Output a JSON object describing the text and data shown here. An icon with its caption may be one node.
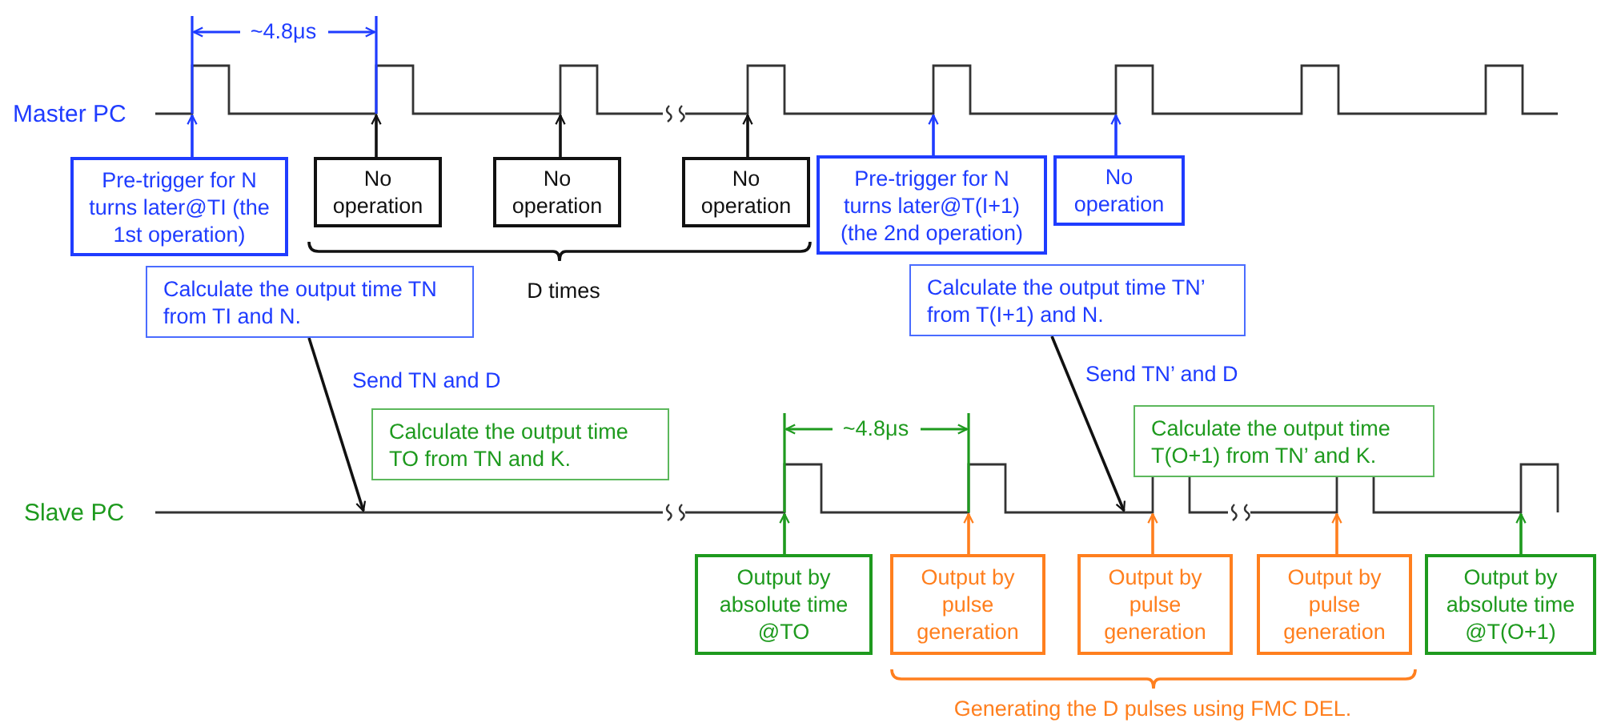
{
  "diagram": {
    "nodes": [
      {
        "text": [
          "Pre-trigger for N turns later@TI (the 1st operation)"
        ]
      },
      {
        "text": [
          "No operation"
        ]
      },
      {
        "text": [
          "No operation"
        ]
      },
      {
        "text": [
          "No operation"
        ]
      },
      {
        "text": [
          "Pre-trigger for N turns later@T(I+1) (the 2nd operation)"
        ]
      },
      {
        "text": [
          "No operation"
        ]
      },
      {
        "text": [
          "Calculate the output time TN from TI and N."
        ]
      },
      {
        "text": [
          "Calculate the output time TN’ from T(I+1) and N."
        ]
      },
      {
        "text": [
          "Calculate the output time TO from TN and K."
        ]
      },
      {
        "text": [
          "Calculate the output time T(O+1) from TN’ and K."
        ]
      },
      {
        "text": [
          "Output by absolute time @TO"
        ]
      },
      {
        "text": [
          "Output by pulse generation"
        ]
      },
      {
        "text": [
          "Output by pulse generation"
        ]
      },
      {
        "text": [
          "Output by pulse generation"
        ]
      },
      {
        "text": [
          "Output by absolute time @T(O+1)"
        ]
      },
      {
        "text": [],
        "shape": "waveform"
      },
      {
        "text": [],
        "shape": "waveform"
      }
    ],
    "edges": [
      {
        "from": 0,
        "to": 15,
        "arrow": "to",
        "color": "#1f3cff"
      },
      {
        "from": 1,
        "to": 15,
        "arrow": "to"
      },
      {
        "from": 2,
        "to": 15,
        "arrow": "to"
      },
      {
        "from": 3,
        "to": 15,
        "arrow": "to"
      },
      {
        "from": 4,
        "to": 15,
        "arrow": "to",
        "color": "#1f3cff"
      },
      {
        "from": 5,
        "to": 15,
        "arrow": "to",
        "color": "#1f3cff"
      },
      {
        "from": 6,
        "to": 16,
        "arrow": "to",
        "label": "Send TN and D"
      },
      {
        "from": 7,
        "to": 16,
        "arrow": "to",
        "label": "Send TN’ and D"
      },
      {
        "from": 10,
        "to": 16,
        "arrow": "to",
        "color": "#1e9a1e"
      },
      {
        "from": 11,
        "to": 16,
        "arrow": "to",
        "color": "#ff7f1e"
      },
      {
        "from": 12,
        "to": 16,
        "arrow": "to",
        "color": "#ff7f1e"
      },
      {
        "from": 13,
        "to": 16,
        "arrow": "to",
        "color": "#ff7f1e"
      },
      {
        "from": 14,
        "to": 16,
        "arrow": "to",
        "color": "#1e9a1e"
      }
    ],
    "labels": [
      "~4.8μs",
      "Master PC",
      "D times",
      "~4.8μs",
      "Slave PC",
      "Generating the D pulses using FMC DEL."
    ]
  }
}
